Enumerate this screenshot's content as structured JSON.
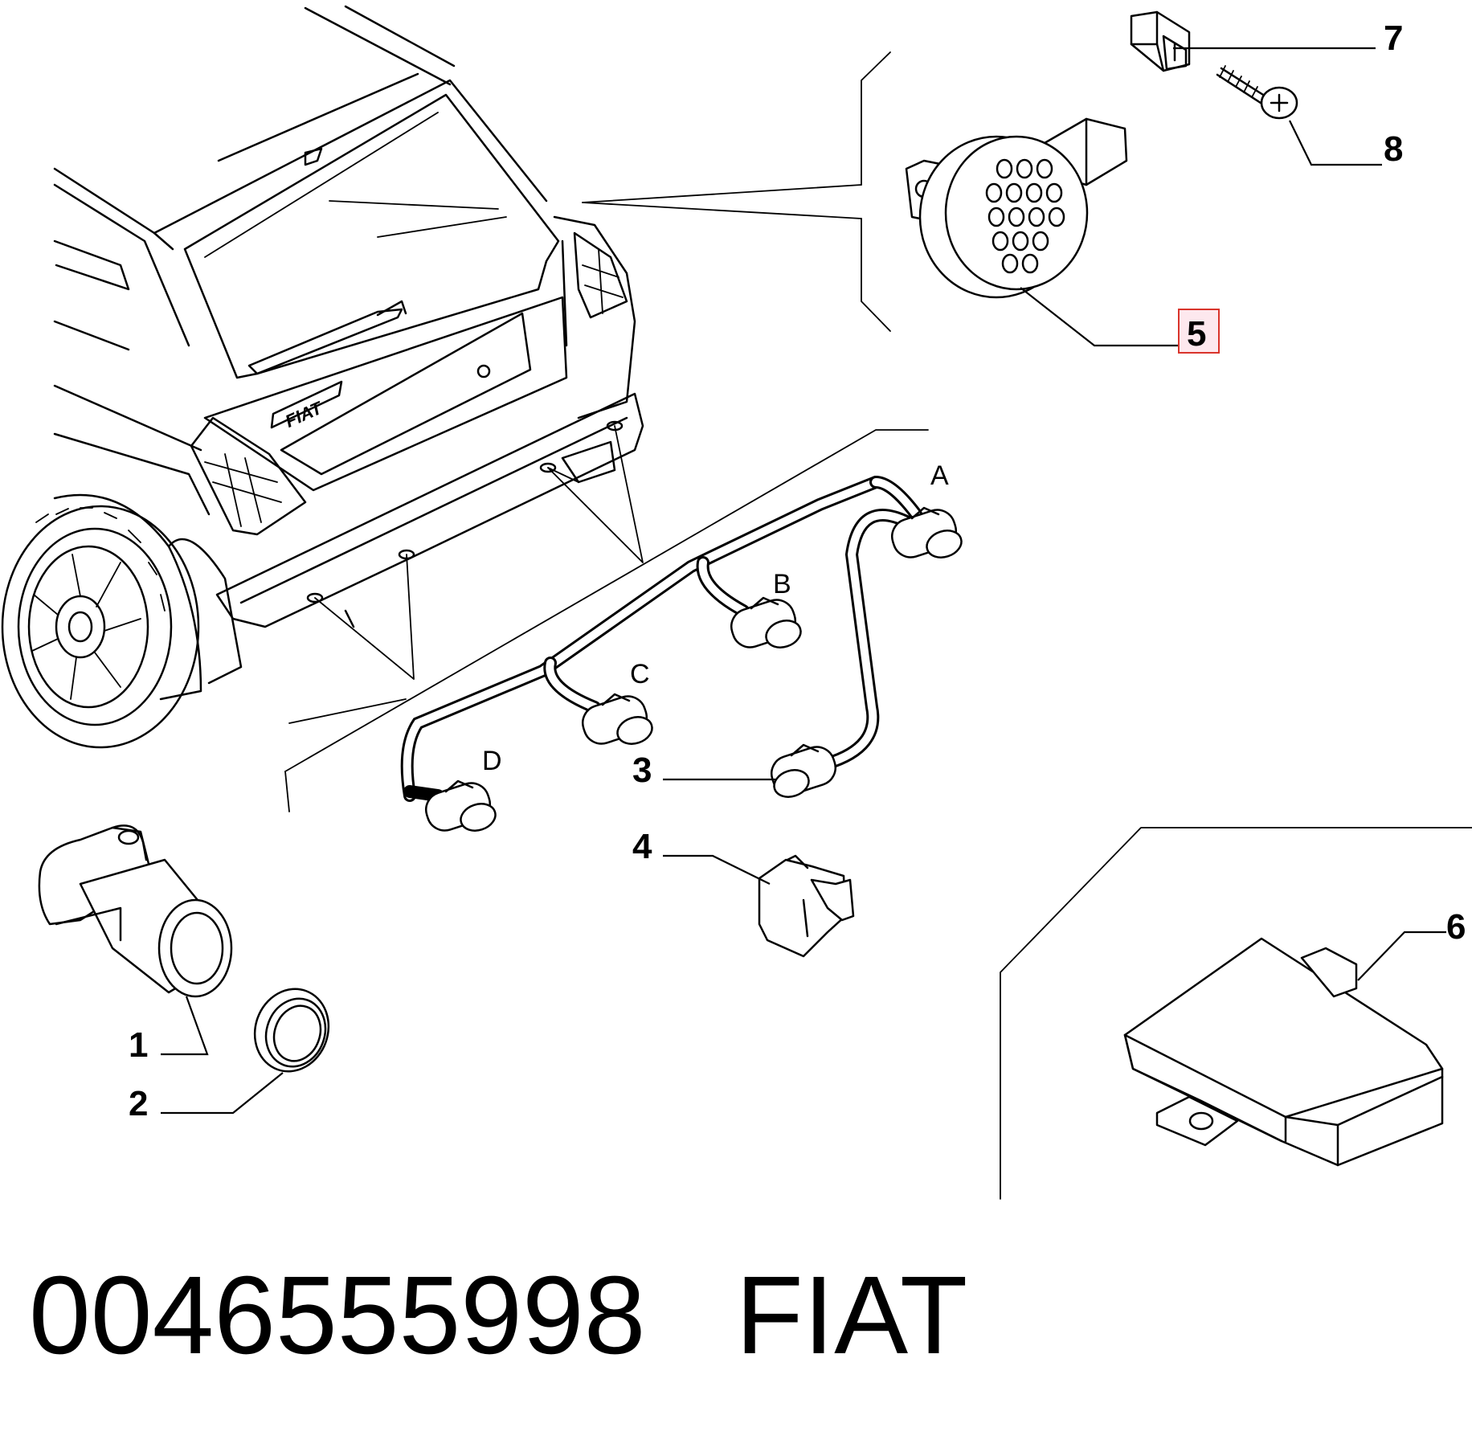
{
  "diagram": {
    "callouts": [
      {
        "id": "1",
        "label": "1"
      },
      {
        "id": "2",
        "label": "2"
      },
      {
        "id": "3",
        "label": "3"
      },
      {
        "id": "4",
        "label": "4"
      },
      {
        "id": "5",
        "label": "5",
        "highlighted": true
      },
      {
        "id": "6",
        "label": "6"
      },
      {
        "id": "7",
        "label": "7"
      },
      {
        "id": "8",
        "label": "8"
      }
    ],
    "connector_letters": [
      "A",
      "B",
      "C",
      "D"
    ],
    "emblem_text": "FIAT",
    "highlight_color": "#d9342b"
  },
  "footer": {
    "part_number": "0046555998",
    "brand": "FIAT"
  }
}
